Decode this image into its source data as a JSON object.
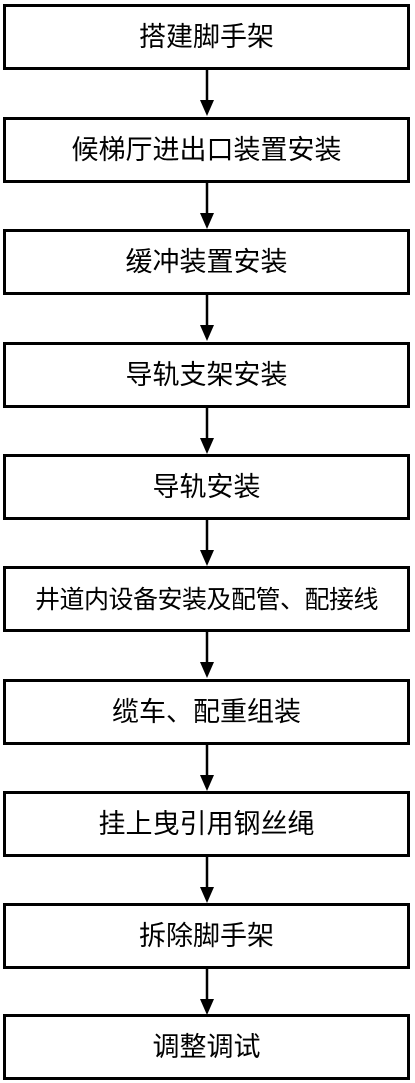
{
  "steps": [
    "搭建脚手架",
    "候梯厅进出口装置安装",
    "缓冲装置安装",
    "导轨支架安装",
    "导轨安装",
    "井道内设备安装及配管、配接线",
    "缆车、配重组装",
    "挂上曳引用钢丝绳",
    "拆除脚手架",
    "调整调试"
  ],
  "colors": {
    "stroke": "#000000",
    "background": "#ffffff"
  }
}
